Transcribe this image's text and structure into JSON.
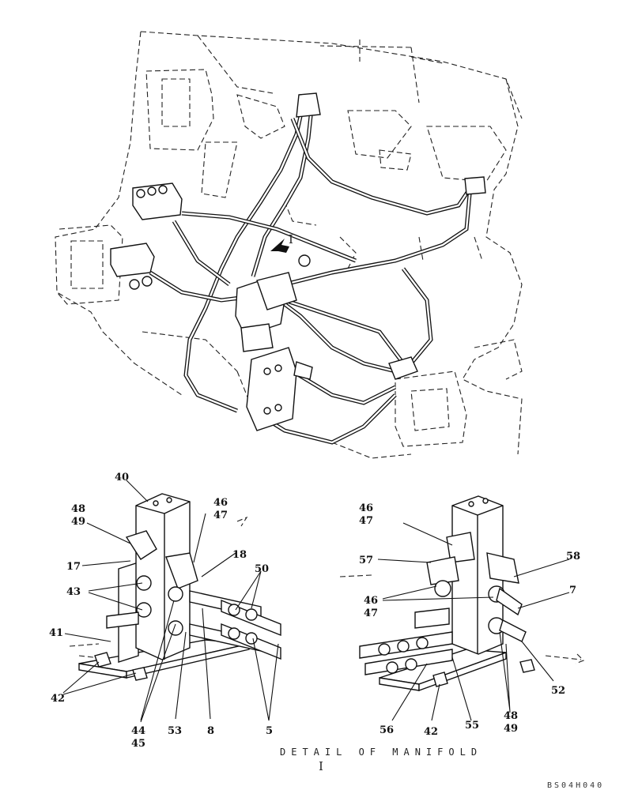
{
  "diagram": {
    "view_marker": "I",
    "caption": "DETAIL OF MANIFOLD",
    "caption_view": "I",
    "drawing_code": "BS04H040",
    "left_detail_callouts": [
      "40",
      "48",
      "49",
      "17",
      "43",
      "41",
      "42",
      "46",
      "47",
      "18",
      "50",
      "44",
      "45",
      "53",
      "8",
      "5"
    ],
    "right_detail_callouts": [
      "46",
      "47",
      "57",
      "46",
      "47",
      "58",
      "7",
      "52",
      "48",
      "49",
      "55",
      "42",
      "56"
    ]
  }
}
